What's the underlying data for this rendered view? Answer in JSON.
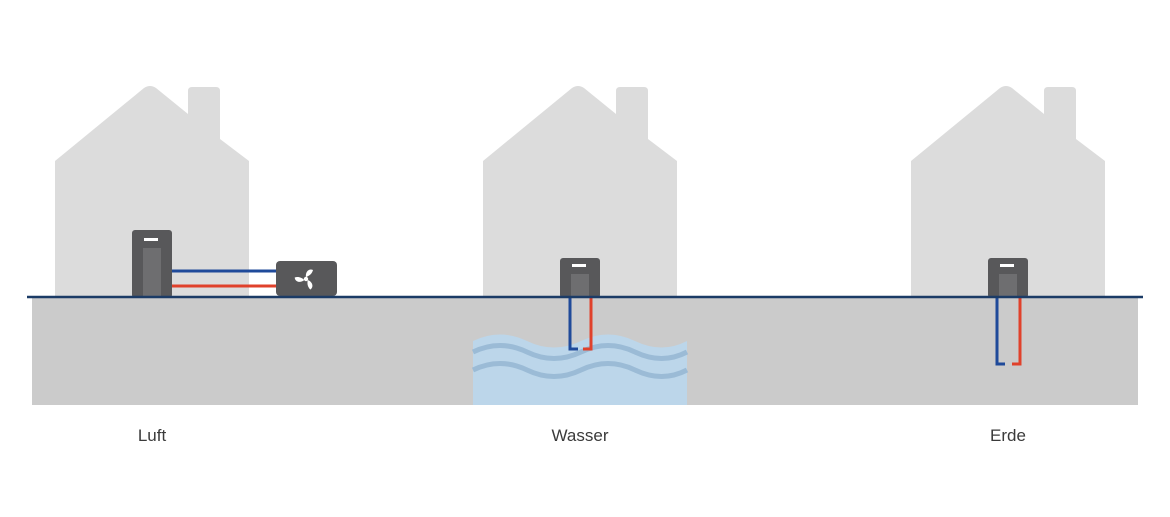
{
  "labels": {
    "air": "Luft",
    "water": "Wasser",
    "earth": "Erde"
  },
  "colors": {
    "house": "#dcdcdc",
    "ground": "#cbcbcb",
    "ground_line": "#1b3b66",
    "unit": "#58585a",
    "unit_stripe": "#6e6e70",
    "pipe_cold": "#1f4a9a",
    "pipe_hot": "#e0412b",
    "water": "#bcd6ea",
    "wave": "#9bbbd6"
  },
  "icons": {
    "fan": "fan-icon",
    "heat_pump": "heat-pump-unit-icon"
  }
}
